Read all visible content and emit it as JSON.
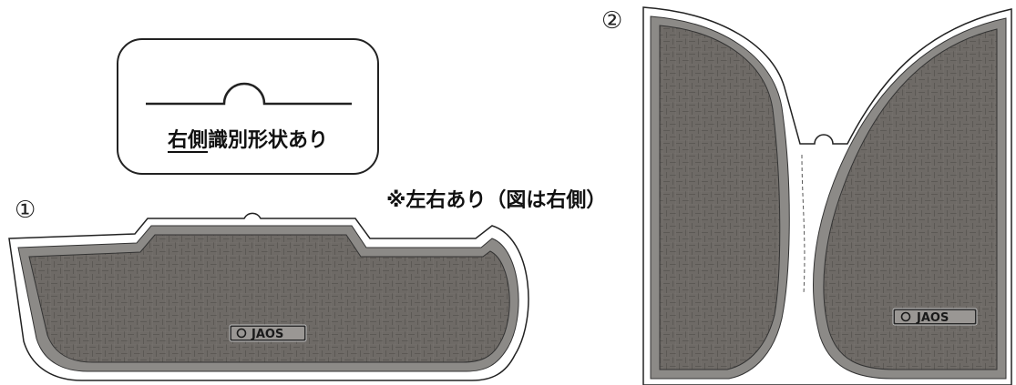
{
  "labels": {
    "mat1_number": "①",
    "mat2_number": "②"
  },
  "note": "※左右あり（図は右側）",
  "callout": {
    "label_underlined": "右側",
    "label_rest": "識別形状あり"
  },
  "logo": {
    "brand": "JAOS"
  },
  "colors": {
    "mat_fill": "#6e6a66",
    "mat_border": "#8c8a87",
    "outline": "#222222"
  }
}
